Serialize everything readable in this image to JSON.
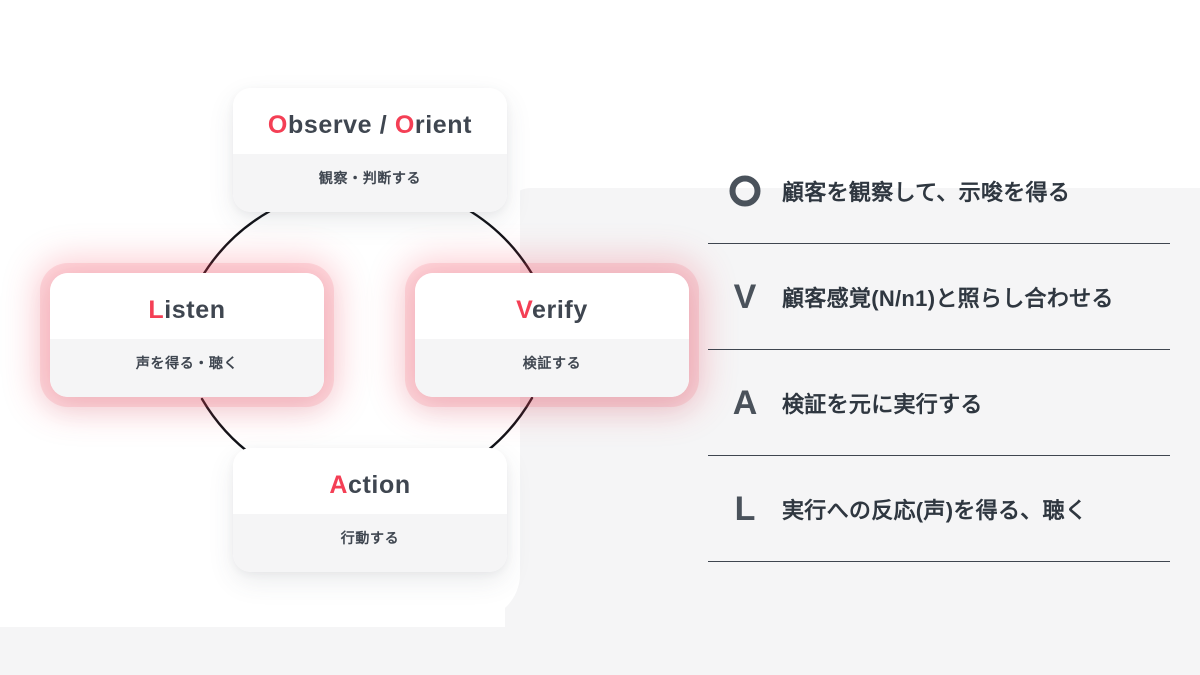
{
  "theme": {
    "accent_red": "#f43f55",
    "text_dark": "#3f4650",
    "legend_letter": "#4a525b",
    "panel_gray": "#f5f5f6",
    "card_white": "#ffffff",
    "arc_color": "#111318"
  },
  "diagram": {
    "name": "OVAL / Listen-Observe-Verify-Action cycle",
    "cards": [
      {
        "id": "observe",
        "accent_letters": "O",
        "title_accent_1": "O",
        "title_rest_1": "bserve / ",
        "title_accent_2": "O",
        "title_rest_2": "rient",
        "title_plain": "Observe / Orient",
        "subtitle": "観察・判断する",
        "highlighted": false
      },
      {
        "id": "listen",
        "accent_letters": "L",
        "title_accent_1": "L",
        "title_rest_1": "isten",
        "title_accent_2": "",
        "title_rest_2": "",
        "title_plain": "Listen",
        "subtitle": "声を得る・聴く",
        "highlighted": true
      },
      {
        "id": "verify",
        "accent_letters": "V",
        "title_accent_1": "V",
        "title_rest_1": "erify",
        "title_accent_2": "",
        "title_rest_2": "",
        "title_plain": "Verify",
        "subtitle": "検証する",
        "highlighted": true
      },
      {
        "id": "action",
        "accent_letters": "A",
        "title_accent_1": "A",
        "title_rest_1": "ction",
        "title_accent_2": "",
        "title_rest_2": "",
        "title_plain": "Action",
        "subtitle": "行動する",
        "highlighted": false
      }
    ]
  },
  "legend": {
    "rows": [
      {
        "letter": "O",
        "icon": "letter-o-ring-icon",
        "text": "顧客を観察して、示唆を得る"
      },
      {
        "letter": "V",
        "icon": "letter-v-icon",
        "text": "顧客感覚(N/n1)と照らし合わせる"
      },
      {
        "letter": "A",
        "icon": "letter-a-icon",
        "text": "検証を元に実行する"
      },
      {
        "letter": "L",
        "icon": "letter-l-icon",
        "text": "実行への反応(声)を得る、聴く"
      }
    ]
  }
}
